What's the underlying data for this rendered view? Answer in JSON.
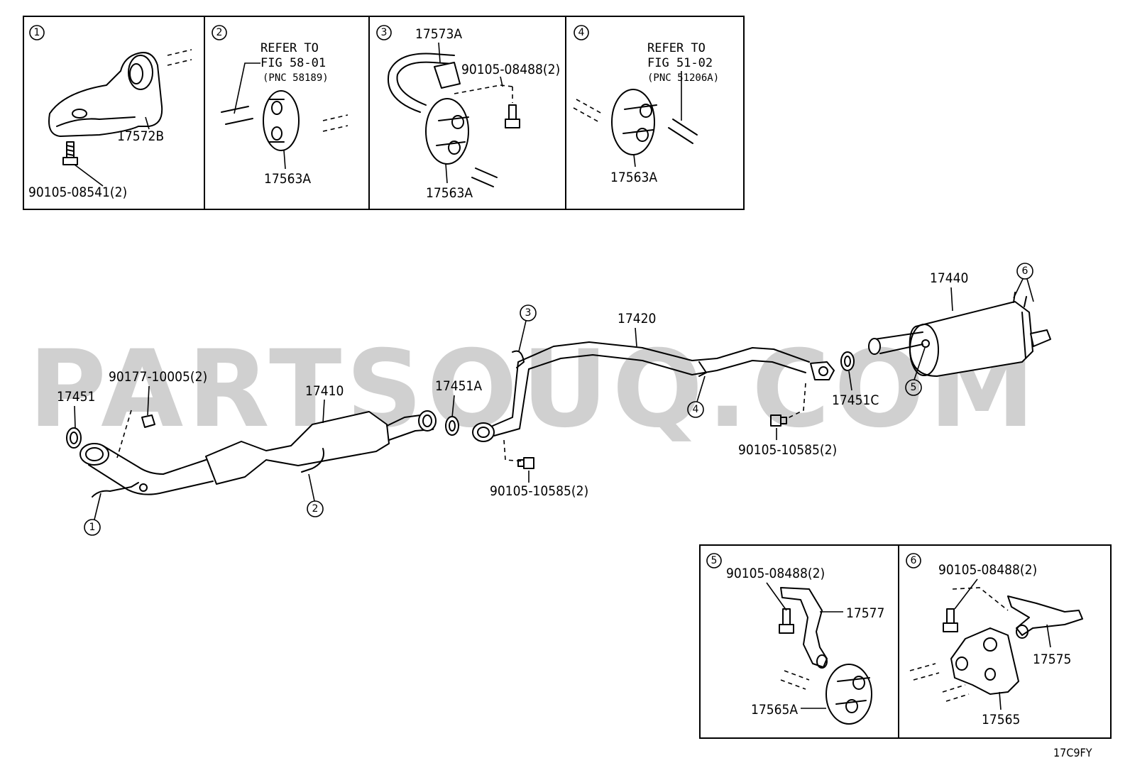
{
  "watermark": "PARTSOUQ.COM",
  "figure_code": "17C9FY",
  "insets": {
    "i1": {
      "num": "1",
      "part_a": "17572B",
      "bolt": "90105-08541(2)"
    },
    "i2": {
      "num": "2",
      "refer": "REFER TO",
      "fig": "FIG 58-01",
      "pnc": "(PNC 58189)",
      "part_a": "17563A"
    },
    "i3": {
      "num": "3",
      "part_a": "17573A",
      "bolt": "90105-08488(2)",
      "part_b": "17563A"
    },
    "i4": {
      "num": "4",
      "refer": "REFER TO",
      "fig": "FIG 51-02",
      "pnc": "(PNC 51206A)",
      "part_a": "17563A"
    },
    "i5": {
      "num": "5",
      "bolt": "90105-08488(2)",
      "part_a": "17577",
      "part_b": "17565A"
    },
    "i6": {
      "num": "6",
      "bolt": "90105-08488(2)",
      "part_a": "17575",
      "part_b": "17565"
    }
  },
  "main": {
    "p17451": "17451",
    "p90177": "90177-10005(2)",
    "p17410": "17410",
    "p17451A": "17451A",
    "p17420": "17420",
    "p17440": "17440",
    "p17451C": "17451C",
    "bolt_center": "90105-10585(2)",
    "bolt_right": "90105-10585(2)",
    "callouts": {
      "c1": "1",
      "c2": "2",
      "c3": "3",
      "c4": "4",
      "c5": "5",
      "c6": "6"
    }
  }
}
